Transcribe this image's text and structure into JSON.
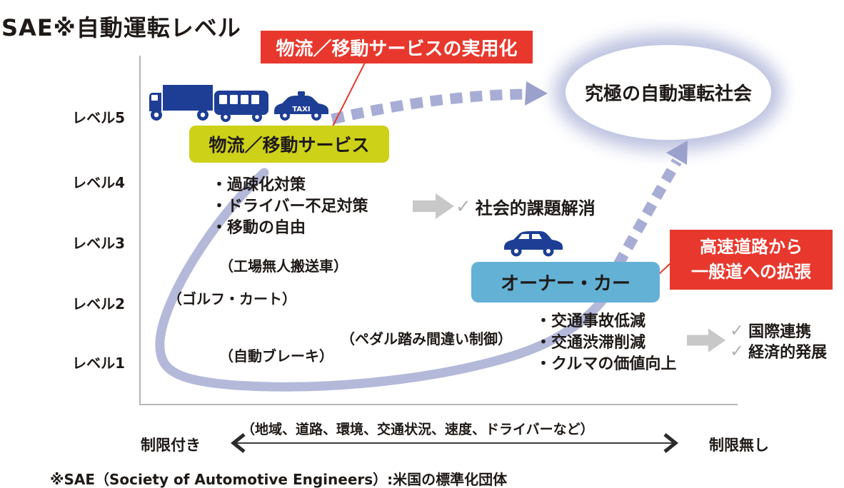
{
  "title": "SAE※自動運転レベル",
  "footnote": "※SAE（Society of Automotive Engineers）:米国の標準化団体",
  "levels": [
    "レベル5",
    "レベル4",
    "レベル3",
    "レベル2",
    "レベル1"
  ],
  "goal": {
    "label": "究極の自動運転社会"
  },
  "callout_logistics": {
    "label": "物流／移動サービスの実用化"
  },
  "callout_highway": {
    "line1": "高速道路から",
    "line2": "一般道への拡張"
  },
  "logistics": {
    "label": "物流／移動サービス",
    "vehicles": [
      "truck-icon",
      "bus-icon",
      "taxi-icon"
    ],
    "bullets": [
      "・過疎化対策",
      "・ドライバー不足対策",
      "・移動の自由"
    ],
    "outcome": "社会的課題解消",
    "examples": [
      "（工場無人搬送車）",
      "（ゴルフ・カート）"
    ]
  },
  "owner_car": {
    "label": "オーナー・カー",
    "vehicle": "car-icon",
    "bullets": [
      "・交通事故低減",
      "・交通渋滞削減",
      "・クルマの価値向上"
    ],
    "outcomes": [
      "国際連携",
      "経済的発展"
    ],
    "examples": [
      "（ペダル踏み間違い制御）",
      "（自動ブレーキ）"
    ]
  },
  "axis": {
    "caption": "（地域、道路、環境、交通状況、速度、ドライバーなど）",
    "left_label": "制限付き",
    "right_label": "制限無し"
  },
  "glyphs": {
    "check": "✓",
    "taxi_sign": "TAXI"
  },
  "colors": {
    "red": "#e8382d",
    "yellow_green": "#cdd118",
    "light_blue": "#64b1d6",
    "dark_blue": "#1d3e94",
    "lavender": "#a7add5",
    "swoosh": "#b4b9da",
    "gray_arrow": "#c8c8c8",
    "check_gray": "#b2b2b2",
    "text": "#1f1a17"
  }
}
